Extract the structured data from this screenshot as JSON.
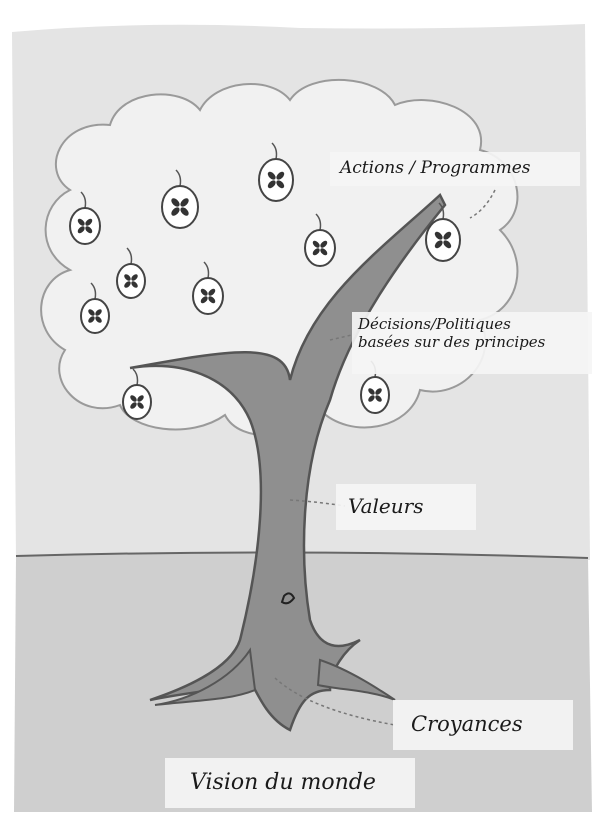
{
  "labels": {
    "actions": "Actions / Programmes",
    "decisions_line1": "Décisions/Politiques",
    "decisions_line2": "basées sur des principes",
    "valeurs": "Valeurs",
    "croyances": "Croyances",
    "vision": "Vision du monde"
  },
  "colors": {
    "sky": "#e4e4e4",
    "ground": "#cfcfcf",
    "canopy_fill": "#f1f1f1",
    "canopy_stroke": "#9a9a9a",
    "trunk_fill": "#8f8f8f",
    "trunk_stroke": "#555555",
    "fruit_fill": "#ffffff",
    "fruit_mark": "#333333"
  },
  "icons": [
    "leaf-fruit-icon"
  ]
}
